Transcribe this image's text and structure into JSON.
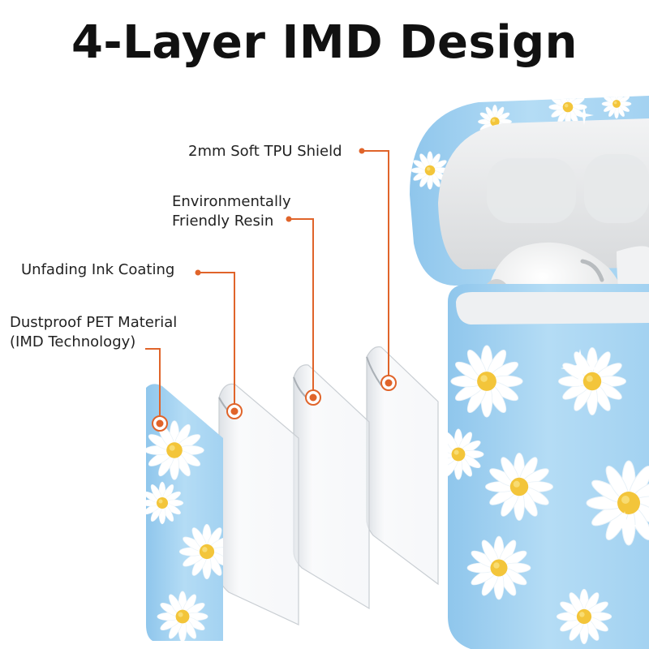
{
  "title": "4-Layer IMD Design",
  "layers": [
    {
      "lines": [
        "2mm Soft TPU Shield"
      ]
    },
    {
      "lines": [
        "Environmentally",
        "Friendly Resin"
      ]
    },
    {
      "lines": [
        "Unfading Ink Coating"
      ]
    },
    {
      "lines": [
        "Dustproof PET Material",
        "(IMD Technology)"
      ]
    }
  ],
  "colors": {
    "accent": "#e0642a",
    "case_blue": "#a9d5f2",
    "flower_center": "#f3c53a"
  }
}
